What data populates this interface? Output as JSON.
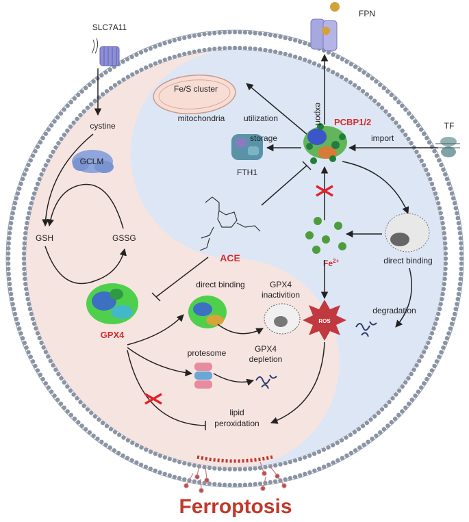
{
  "labels": {
    "slc7a11": "SLC7A11",
    "fpn": "FPN",
    "tf": "TF",
    "cystine": "cystine",
    "gclm": "GCLM",
    "gsh": "GSH",
    "gssg": "GSSG",
    "fes_cluster": "Fe/S cluster",
    "mitochondria": "mitochondria",
    "utilization": "utilization",
    "export": "export",
    "storage": "storage",
    "pcbp": "PCBP1/2",
    "import": "import",
    "fth1": "FTH1",
    "ace": "ACE",
    "fe": "Fe",
    "fe_sup": "2+",
    "direct_binding_right": "direct binding",
    "direct_binding_left": "direct binding",
    "gpx4": "GPX4",
    "gpx4_inact_1": "GPX4",
    "gpx4_inact_2": "inactivition",
    "ros": "ROS",
    "degradation": "degradation",
    "protesome": "protesome",
    "gpx4_depl_1": "GPX4",
    "gpx4_depl_2": "depletion",
    "lipid_1": "lipid",
    "lipid_2": "peroxidation",
    "ferroptosis": "Ferroptosis"
  },
  "colors": {
    "membrane_head": "#8a94a4",
    "cytoplasm_pink": "#f6e4e0",
    "cytoplasm_blue": "#dde6f4",
    "accent_red": "#d62b2b",
    "ferroptosis_red": "#c0392b",
    "iron_green": "#3a9a3a",
    "arrow": "#222222"
  }
}
